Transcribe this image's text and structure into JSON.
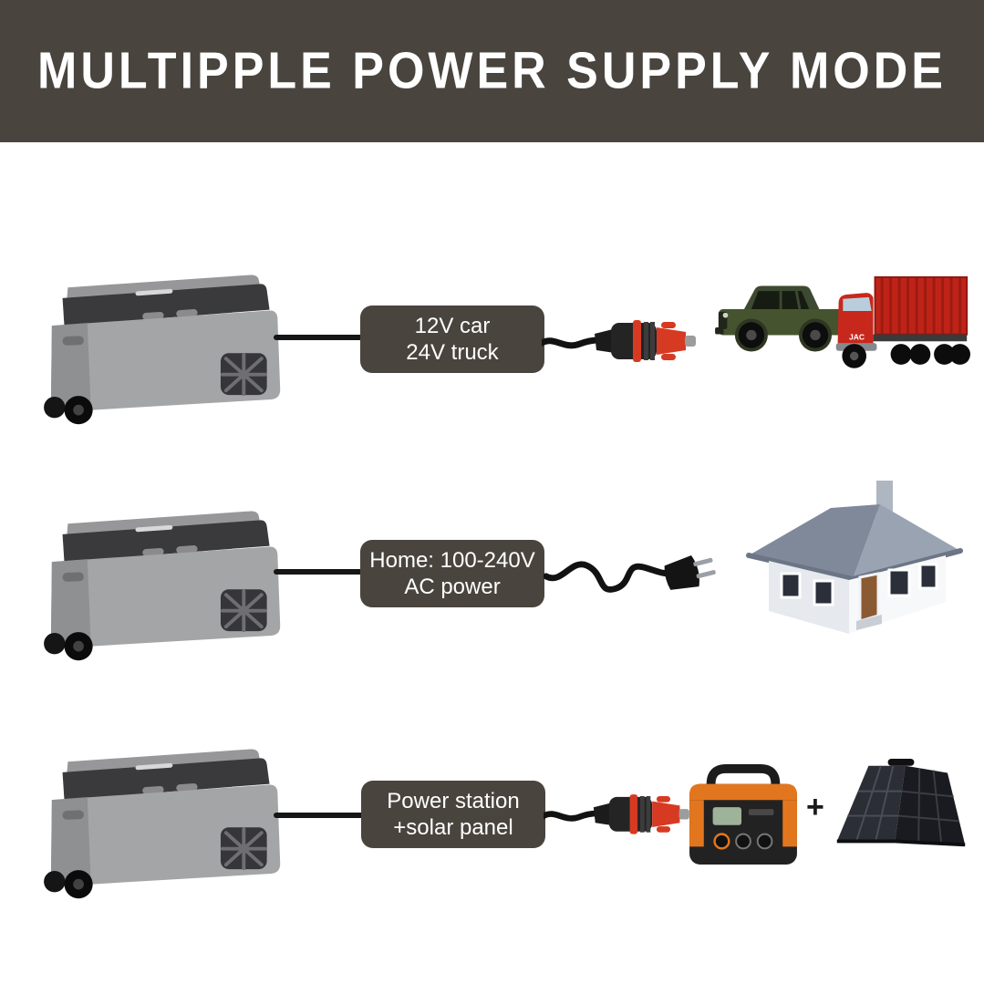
{
  "header": {
    "title": "MULTIPPLE POWER SUPPLY MODE"
  },
  "rows": [
    {
      "label_line1": "12V car",
      "label_line2": "24V truck",
      "truck_logo": "JAC",
      "sources": [
        "jeep-suv",
        "red-semi-truck"
      ]
    },
    {
      "label_line1": "Home: 100-240V",
      "label_line2": "AC power",
      "sources": [
        "house"
      ]
    },
    {
      "label_line1": "Power station",
      "label_line2": "+solar panel",
      "plus": "+",
      "sources": [
        "portable-power-station",
        "folding-solar-panel"
      ]
    }
  ],
  "illustrations": {
    "fridge": "portable-car-fridge",
    "plug_12v": "12v-cigarette-lighter-plug",
    "ac_cord": "ac-power-cord-with-plug"
  },
  "colors": {
    "header_bg": "#4a443e",
    "label_bg": "#4a443e",
    "label_text": "#ffffff",
    "line_black": "#161616",
    "accent_orange": "#e2761f",
    "truck_red": "#bf2318",
    "jeep_green": "#46532f",
    "roof_gray": "#7f899a"
  }
}
